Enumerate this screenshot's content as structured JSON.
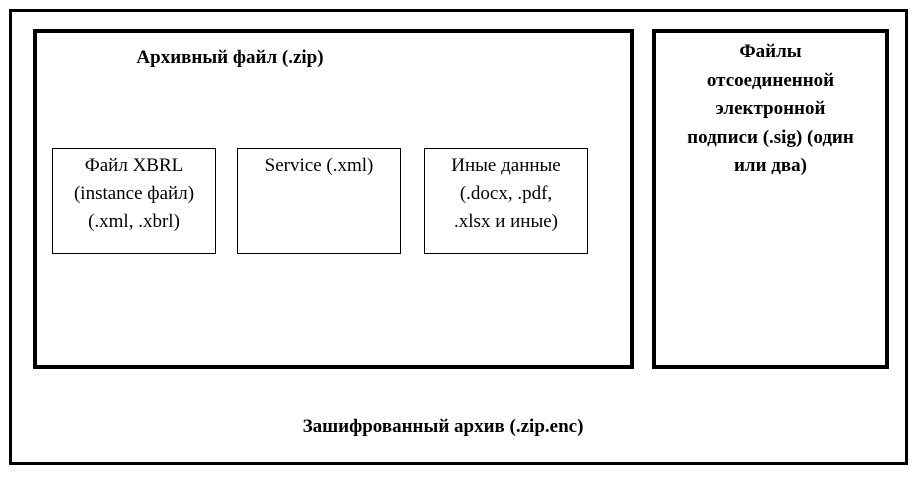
{
  "encrypted_archive": {
    "label": "Зашифрованный архив (.zip.enc)"
  },
  "zip_archive": {
    "label": "Архивный файл (.zip)",
    "files": [
      {
        "lines": [
          "Файл XBRL",
          "(instance файл)",
          "(.xml, .xbrl)"
        ]
      },
      {
        "lines": [
          "Service (.xml)"
        ]
      },
      {
        "lines": [
          "Иные данные",
          "(.docx, .pdf,",
          ".xlsx и иные)"
        ]
      }
    ]
  },
  "signature_files": {
    "lines": [
      "Файлы",
      "отсоединенной",
      "электронной",
      "подписи (.sig) (один",
      "или два)"
    ]
  }
}
